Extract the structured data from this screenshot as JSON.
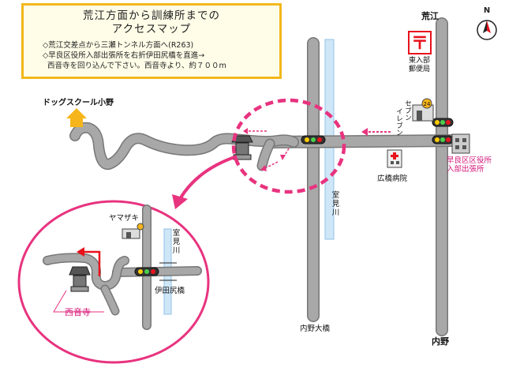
{
  "info": {
    "title_line1": "荒江方面から訓練所までの",
    "title_line2": "アクセスマップ",
    "line1": "◇荒江交差点から三瀬トンネル方面へ(R263)",
    "line2": "◇早良区役所入部出張所を右折伊田尻橋を直進→",
    "line3": "西音寺を回り込んで下さい。西音寺より、約７００m"
  },
  "labels": {
    "arae": "荒江",
    "uchino": "内野",
    "dog_school": "ドッグスクール小野",
    "post_office_line1": "東入部",
    "post_office_line2": "郵便局",
    "seven_eleven_vertical_1": "セブン",
    "seven_eleven_vertical_2": "イレブン",
    "ward_office_line1": "早良区区役所",
    "ward_office_line2": "入部出張所",
    "hospital": "広橋病院",
    "river_main": "室見川",
    "bridge_main": "内野大橋",
    "yamazaki": "ヤマザキ",
    "river_inset": "室見川",
    "bridge_inset": "伊田尻橋",
    "temple": "西音寺",
    "north": "N",
    "route_badge": "24"
  },
  "colors": {
    "road": "#a8a8a8",
    "road_edge": "#777777",
    "river": "#cfe6f7",
    "river_edge": "#8fc3e8",
    "pink": "#e8337f",
    "info_border": "#f2b71b",
    "info_fill": "#fffde8",
    "house": "#f6b51a",
    "arrow_red": "#e8121c"
  }
}
